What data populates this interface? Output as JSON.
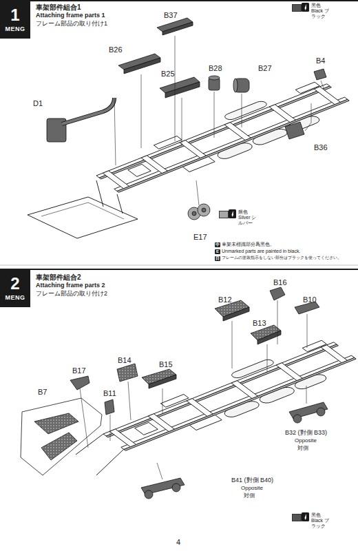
{
  "diagram": {
    "nodes": [
      {
        "text": [
          "1",
          "MENG"
        ]
      },
      {
        "text": [
          "2",
          "MENG"
        ]
      }
    ],
    "labels": [
      "車架部件組合1",
      "Attaching frame parts 1",
      "フレーム部品の取り付け1",
      "B37",
      "B26",
      "B25",
      "B28",
      "B27",
      "B4",
      "D1",
      "B36",
      "E17",
      "中",
      "車架未標識部分爲黑色。",
      "E",
      "Unmarked parts are painted in black.",
      "日",
      "フレームの塗装指示をしない部分はブラックを使ってください。",
      "車架部件組合2",
      "Attaching frame parts 2",
      "フレーム部品の取り付け2",
      "B16",
      "B12",
      "B10",
      "B13",
      "B14",
      "B15",
      "B17",
      "B11",
      "B7",
      "B32 (對側 B33)",
      "Opposite",
      "対側",
      "B41 (對側 B40)",
      "Opposite",
      "対側",
      "4"
    ],
    "legend": [
      {
        "text": "黑色 Black ブラック",
        "color": "#555555"
      },
      {
        "text": "銀色 Silver シルバー",
        "color": "#a8a8a8"
      },
      {
        "text": "黑色 Black ブラック",
        "color": "#555555"
      }
    ]
  }
}
